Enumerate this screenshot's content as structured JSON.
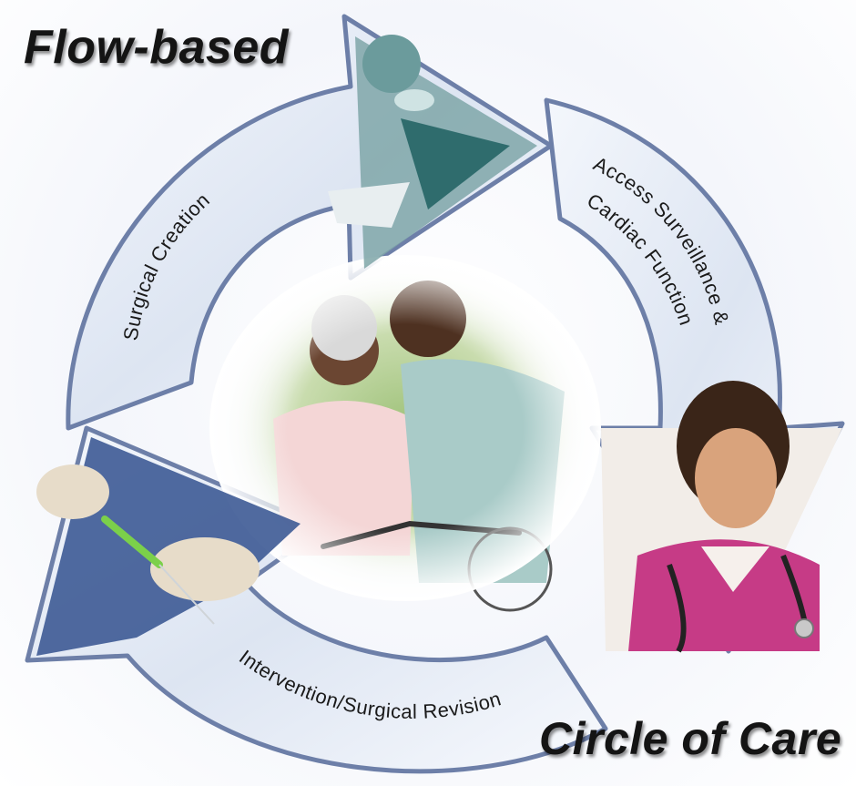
{
  "diagram": {
    "title_top": "Flow-based",
    "title_bottom": "Circle of Care",
    "stages": [
      {
        "label": "Surgical Creation",
        "icon": "surgeon-photo"
      },
      {
        "label": "Access Surveillance &",
        "label_line2": "Cardiac Function",
        "icon": "nurse-photo"
      },
      {
        "label": "Intervention/Surgical Revision",
        "icon": "catheter-procedure-photo"
      }
    ],
    "center_photo": "couple-with-bicycle-photo",
    "colors": {
      "arrow_fill": "#e3e9f4",
      "arrow_edge": "#6d7fa8",
      "arrow_shadow": "#aab8d4",
      "title_text": "#141414"
    }
  }
}
